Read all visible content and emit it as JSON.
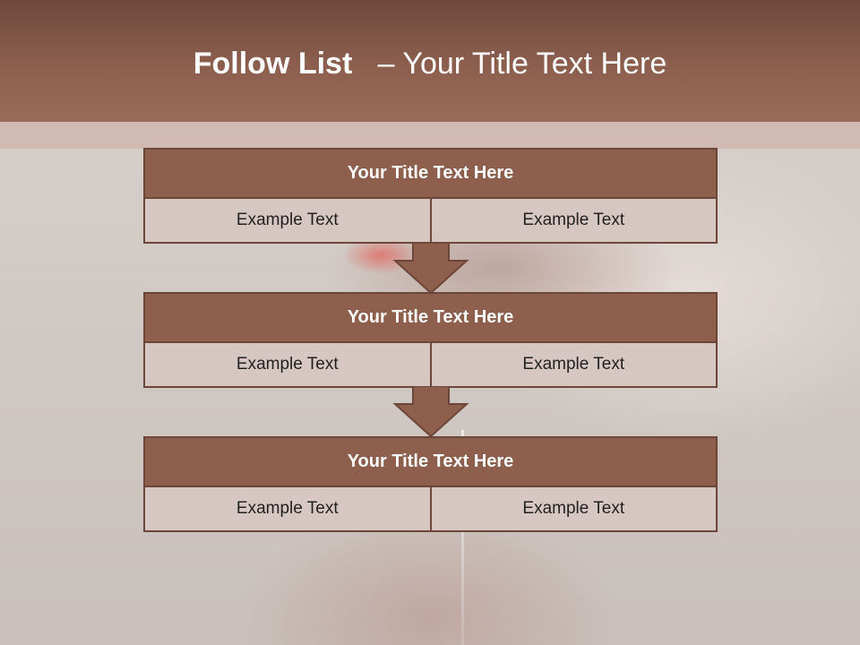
{
  "slide": {
    "title_bold": "Follow List",
    "title_rest": "– Your Title Text Here"
  },
  "colors": {
    "header_band": "#8a5d4d",
    "box_title_fill": "#8e5f4d",
    "box_border": "#6c4638",
    "cell_fill": "#d7c7c3"
  },
  "steps": [
    {
      "title": "Your Title Text Here",
      "cells": [
        "Example Text",
        "Example Text"
      ]
    },
    {
      "title": "Your Title Text Here",
      "cells": [
        "Example Text",
        "Example Text"
      ]
    },
    {
      "title": "Your Title Text Here",
      "cells": [
        "Example Text",
        "Example Text"
      ]
    }
  ]
}
